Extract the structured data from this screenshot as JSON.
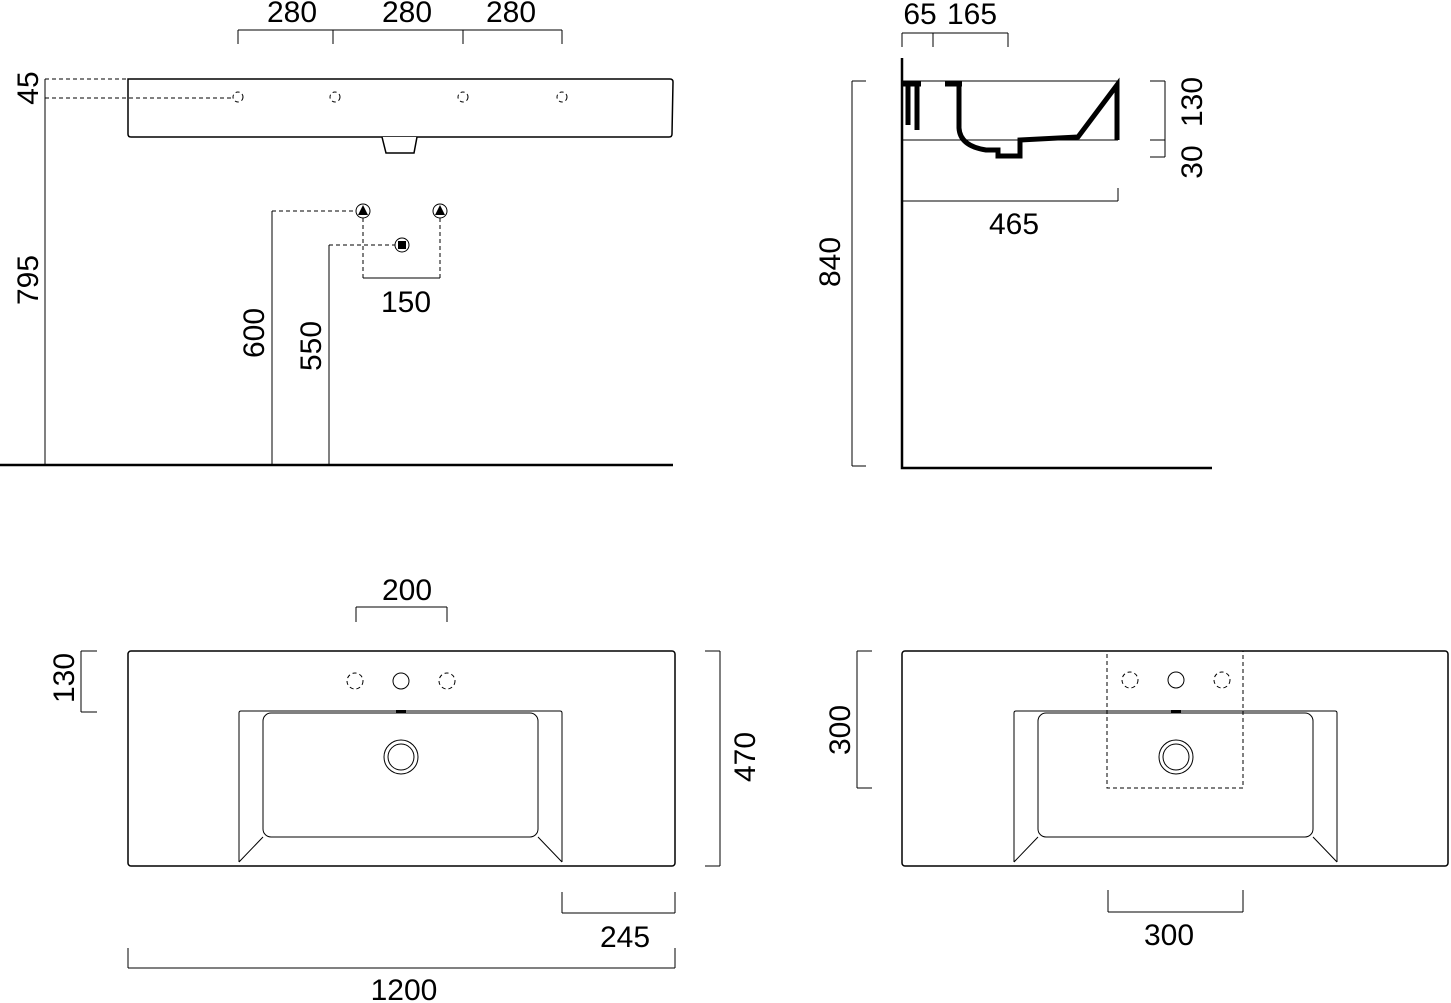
{
  "front_view": {
    "hole_spacing": [
      "280",
      "280",
      "280"
    ],
    "top_to_hole": "45",
    "basin_height": "795",
    "supply_height": "600",
    "waste_height": "550",
    "supply_spacing": "150"
  },
  "side_view": {
    "wall_offsets": [
      "65",
      "165"
    ],
    "rim_height": "130",
    "base_thickness": "30",
    "depth": "465",
    "total_height": "840"
  },
  "plan_view": {
    "tap_spacing": "200",
    "hole_from_back": "130",
    "depth": "470",
    "side_margin": "245",
    "width": "1200"
  },
  "plan_view_cutout": {
    "cutout_depth": "300",
    "cutout_width": "300"
  }
}
